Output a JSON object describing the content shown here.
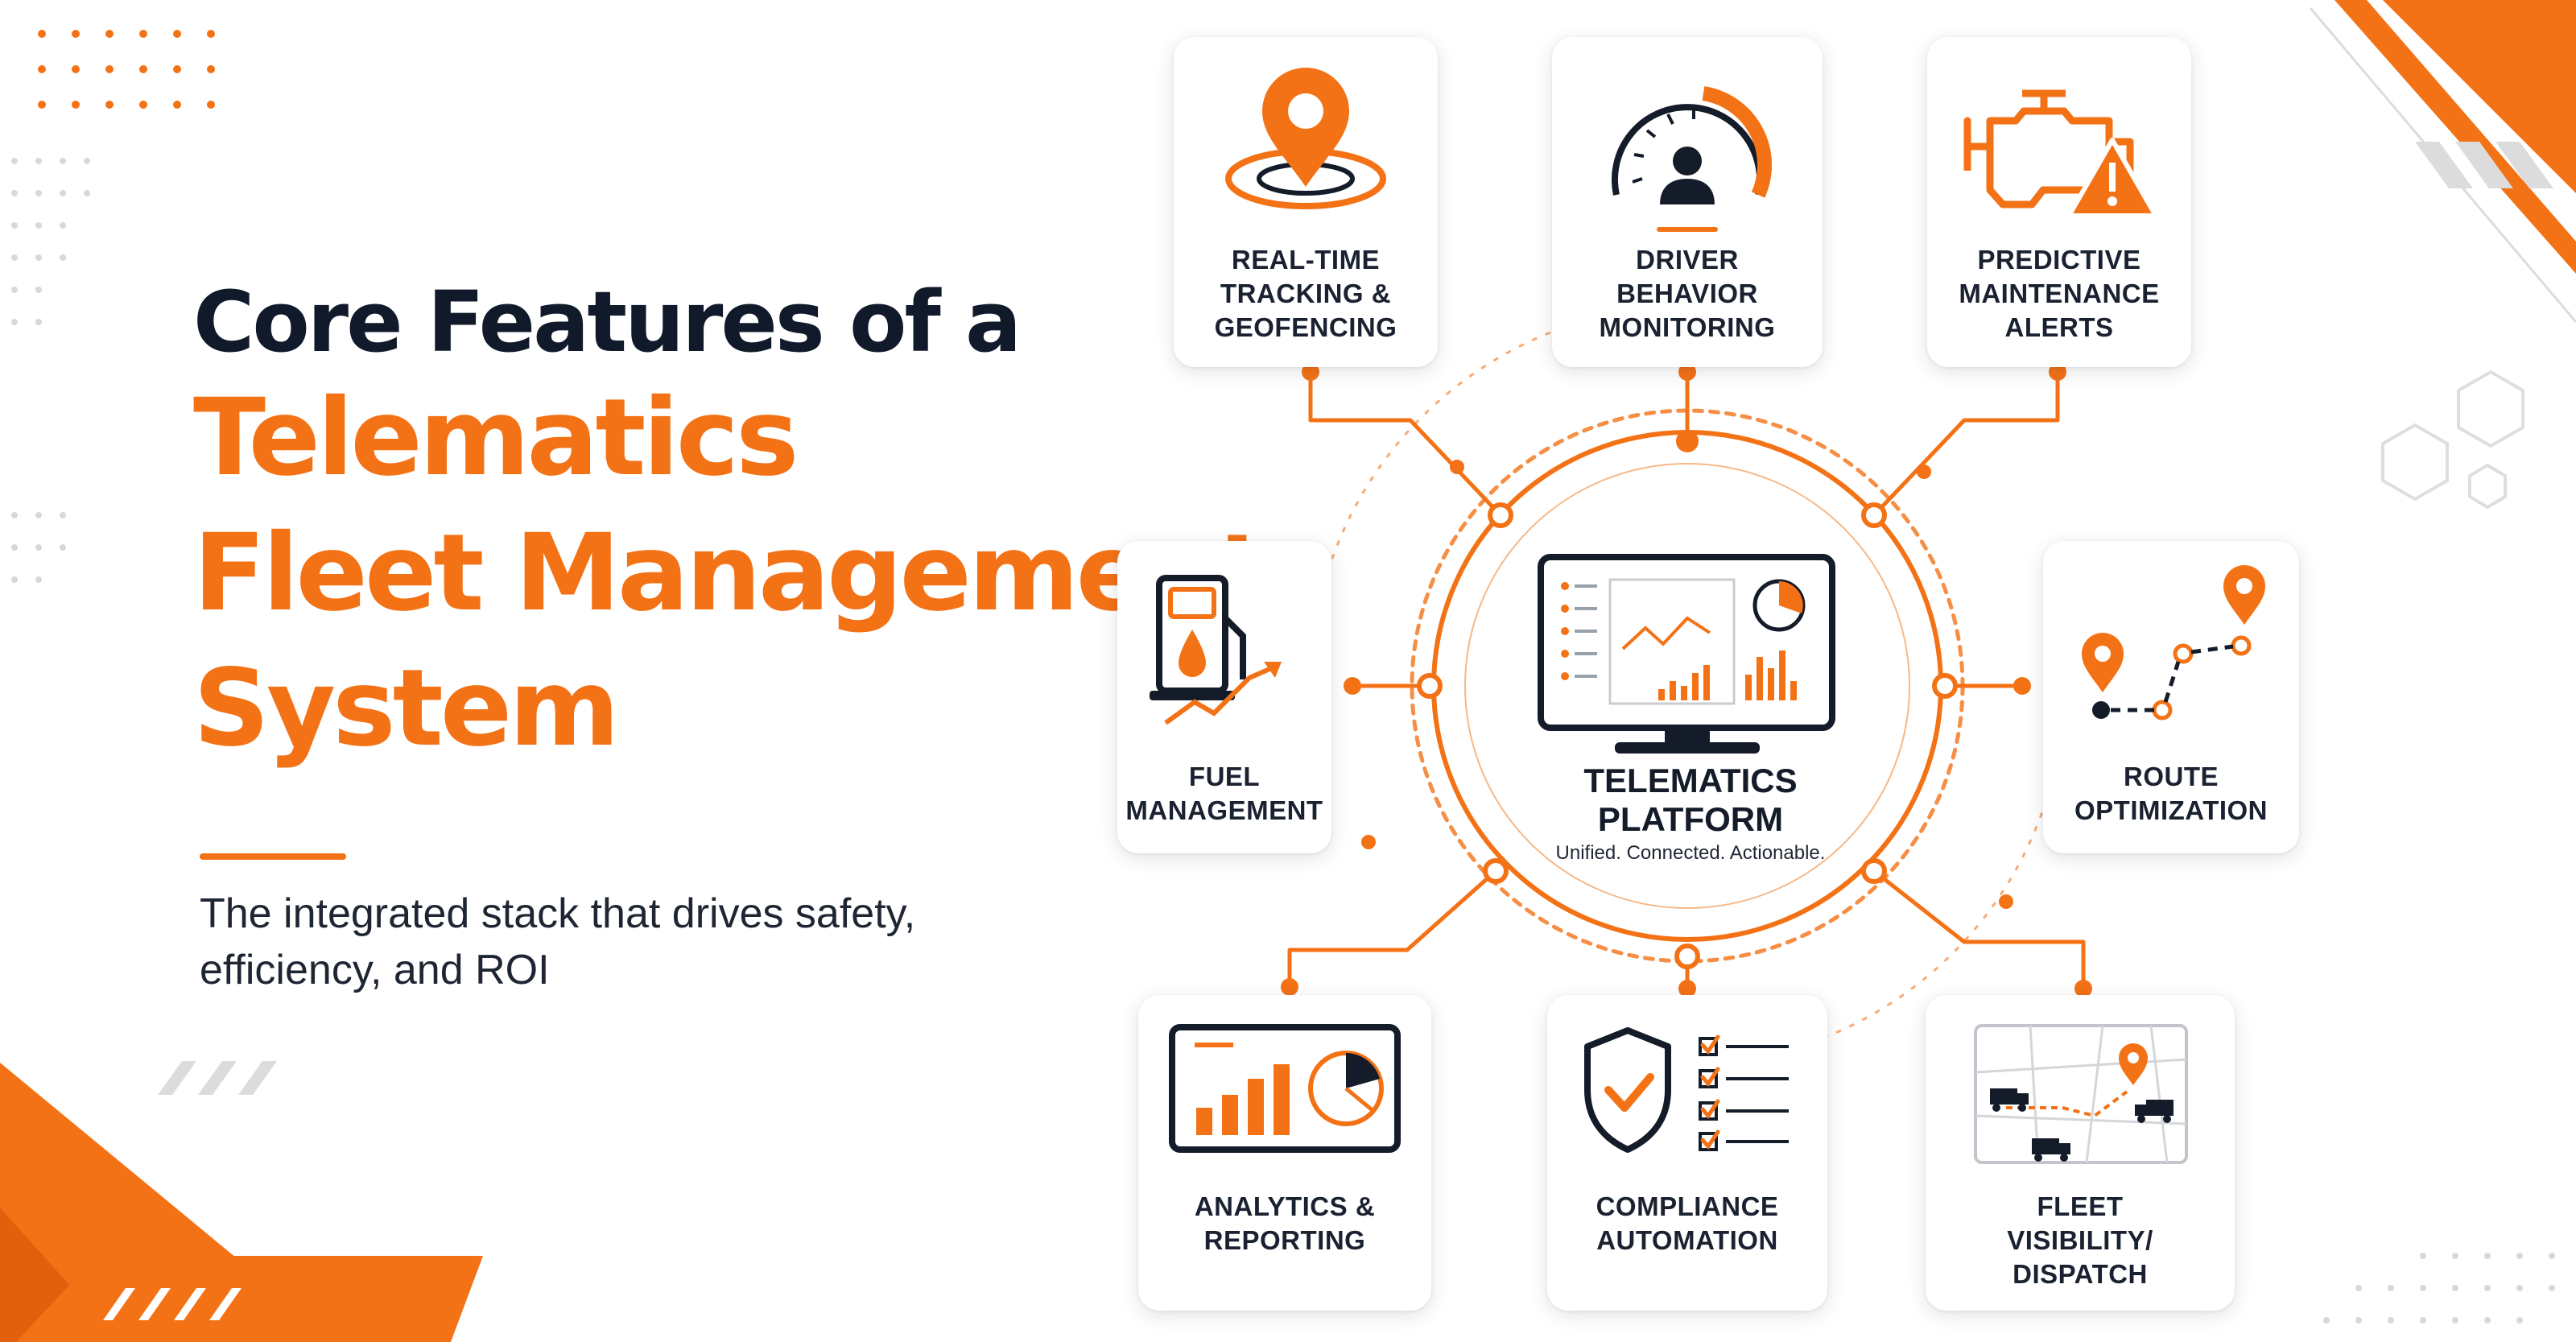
{
  "headline": {
    "line1": "Core Features of a",
    "line2": "Telematics",
    "line3": "Fleet Management",
    "line4": "System"
  },
  "subtitle": "The integrated stack that drives safety, efficiency, and ROI",
  "center": {
    "title": "TELEMATICS\nPLATFORM",
    "tagline": "Unified. Connected. Actionable."
  },
  "features": [
    {
      "id": "tracking",
      "label": "REAL-TIME\nTRACKING &\nGEOFENCING",
      "icon": "location-pin-icon"
    },
    {
      "id": "driver",
      "label": "DRIVER\nBEHAVIOR\nMONITORING",
      "icon": "speedometer-driver-icon"
    },
    {
      "id": "maintenance",
      "label": "PREDICTIVE\nMAINTENANCE\nALERTS",
      "icon": "engine-warning-icon"
    },
    {
      "id": "fuel",
      "label": "FUEL\nMANAGEMENT",
      "icon": "fuel-pump-icon"
    },
    {
      "id": "route",
      "label": "ROUTE\nOPTIMIZATION",
      "icon": "route-icon"
    },
    {
      "id": "analytics",
      "label": "ANALYTICS &\nREPORTING",
      "icon": "analytics-chart-icon"
    },
    {
      "id": "compliance",
      "label": "COMPLIANCE\nAUTOMATION",
      "icon": "shield-checklist-icon"
    },
    {
      "id": "dispatch",
      "label": "FLEET\nVISIBILITY/\nDISPATCH",
      "icon": "dispatch-map-icon"
    }
  ],
  "colors": {
    "accent": "#f47216",
    "text_dark": "#111a2b",
    "card_bg": "#ffffff"
  }
}
